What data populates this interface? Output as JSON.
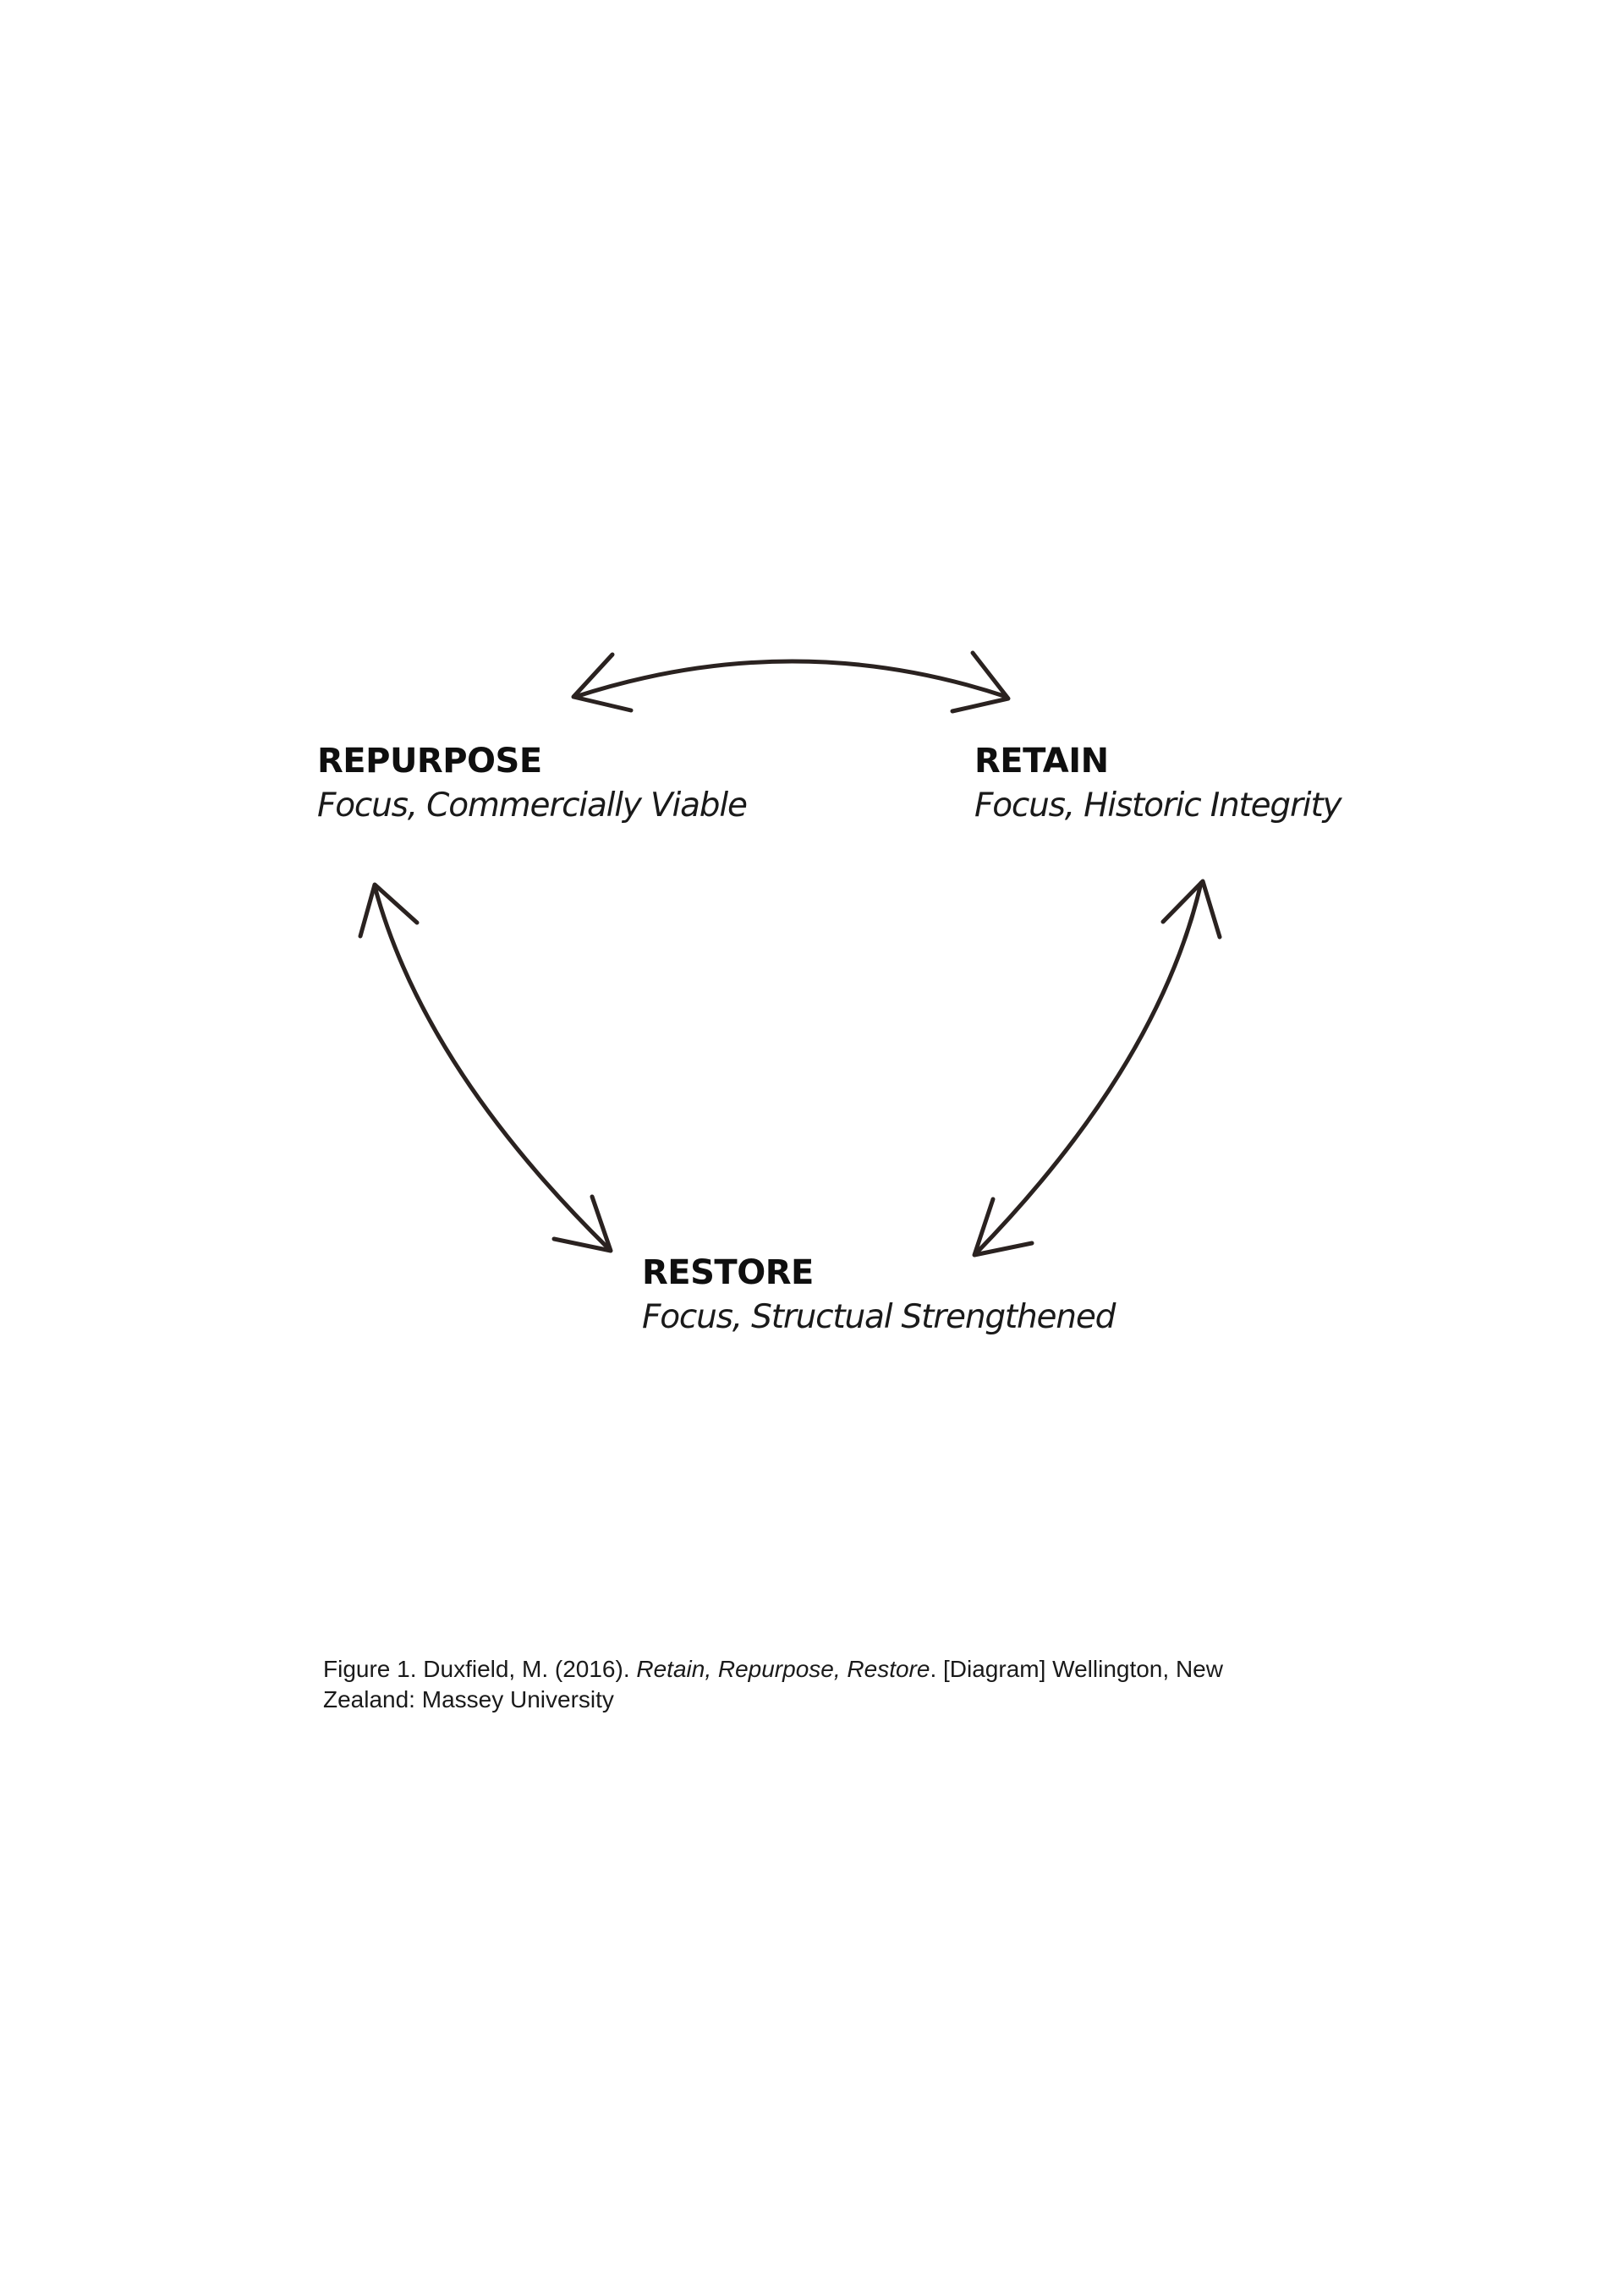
{
  "diagram": {
    "nodes": {
      "repurpose": {
        "title": "REPURPOSE",
        "subtitle": "Focus, Commercially Viable"
      },
      "retain": {
        "title": "RETAIN",
        "subtitle": "Focus, Historic Integrity"
      },
      "restore": {
        "title": "RESTORE",
        "subtitle": "Focus, Structual Strengthened"
      }
    },
    "connections": [
      {
        "from": "REPURPOSE",
        "to": "RETAIN",
        "direction": "bidirectional"
      },
      {
        "from": "REPURPOSE",
        "to": "RESTORE",
        "direction": "bidirectional"
      },
      {
        "from": "RETAIN",
        "to": "RESTORE",
        "direction": "bidirectional"
      }
    ],
    "arrow_color": "#2a2220"
  },
  "caption": {
    "lead": "Figure 1. Duxfield, M. (2016). ",
    "title": "Retain, Repurpose, Restore",
    "rest": ". [Diagram] Wellington, New Zealand: Massey University"
  }
}
